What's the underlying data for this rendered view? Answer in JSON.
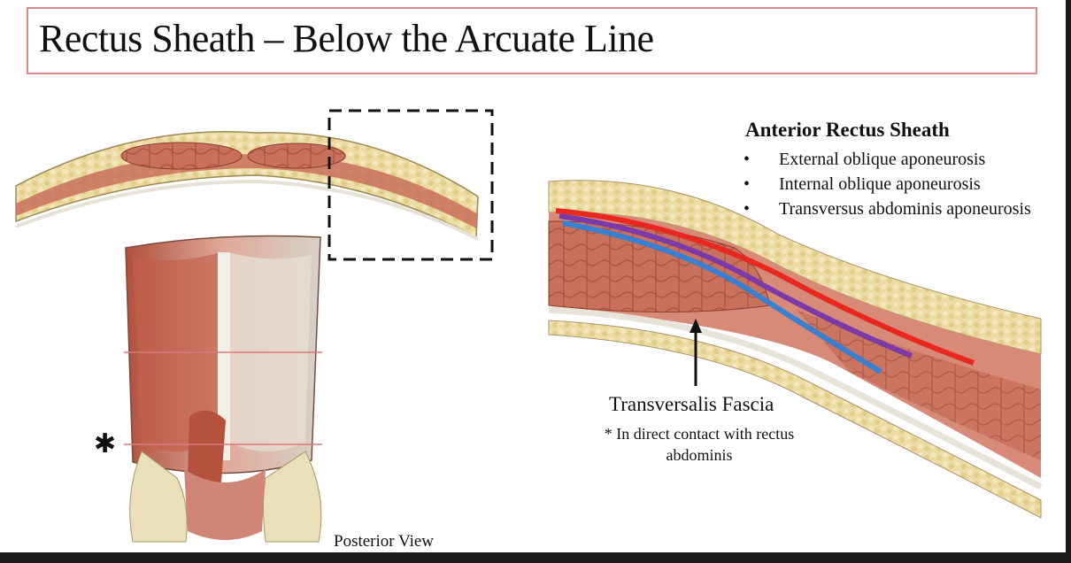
{
  "title": "Rectus Sheath – Below the Arcuate Line",
  "anterior_sheath": {
    "heading": "Anterior Rectus Sheath",
    "bullet": "•",
    "items": [
      "External oblique aponeurosis",
      "Internal oblique aponeurosis",
      "Transversus abdominis aponeurosis"
    ]
  },
  "transversalis": {
    "label": "Transversalis Fascia",
    "note": "* In direct contact with rectus abdominis"
  },
  "posterior_view_label": "Posterior View",
  "star_marker": "✱",
  "colors": {
    "title_border": "#d98a8a",
    "line_red": "#e8281e",
    "line_purple": "#7c3aa8",
    "line_blue": "#3a7fd0",
    "muscle": "#c9705c",
    "fat": "#ead79a"
  }
}
